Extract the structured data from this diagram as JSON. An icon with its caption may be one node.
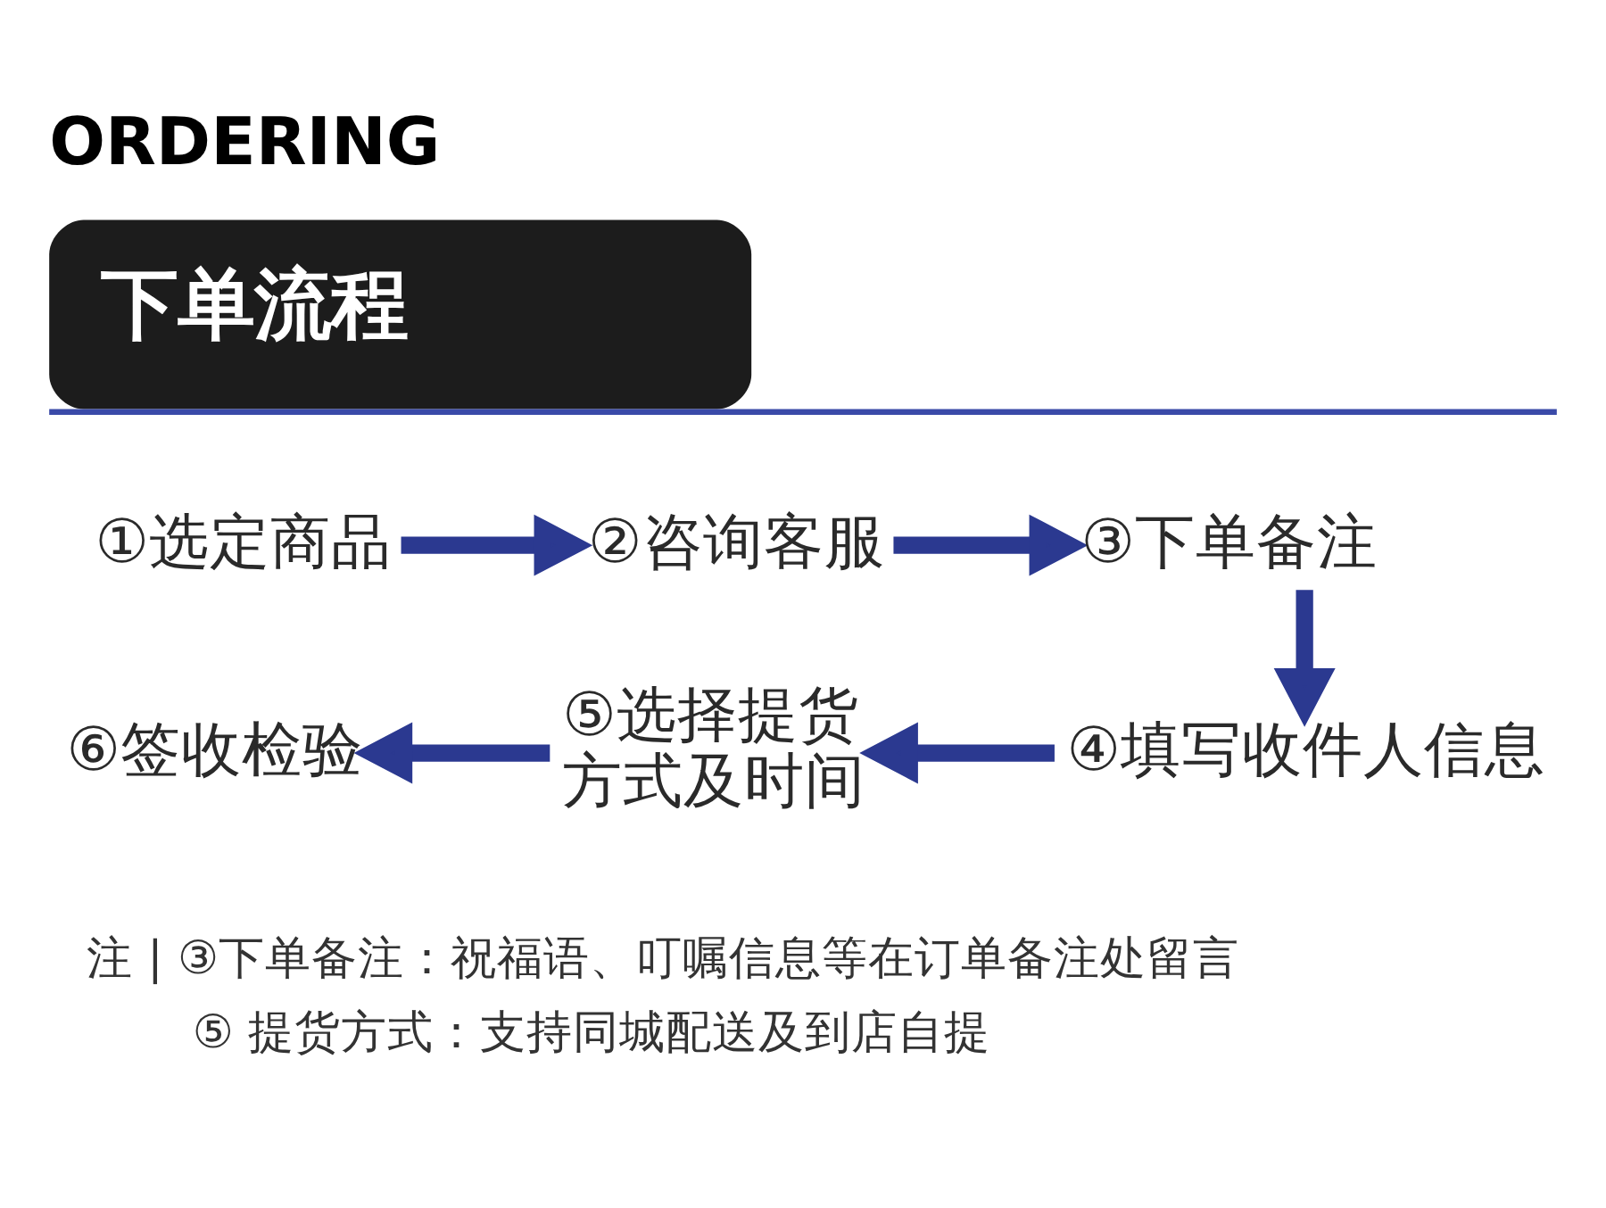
{
  "diagram": {
    "title": "ORDERING",
    "nodes": [
      {
        "text": [
          "下单流程"
        ]
      },
      {
        "text": [
          "①选定商品"
        ]
      },
      {
        "text": [
          "②咨询客服"
        ]
      },
      {
        "text": [
          "③下单备注"
        ]
      },
      {
        "text": [
          "④填写收件人信息"
        ]
      },
      {
        "text": [
          "⑤选择提货方式及时间"
        ]
      },
      {
        "text": [
          "⑥签收检验"
        ]
      }
    ],
    "edges": [
      {
        "from": 1,
        "to": 2,
        "arrow": "to"
      },
      {
        "from": 2,
        "to": 3,
        "arrow": "to"
      },
      {
        "from": 3,
        "to": 4,
        "arrow": "to"
      },
      {
        "from": 4,
        "to": 5,
        "arrow": "to"
      },
      {
        "from": 5,
        "to": 6,
        "arrow": "to"
      }
    ],
    "labels": [
      "注 | ③下单备注：祝福语、叮嘱信息等在订单备注处留言",
      "⑤ 提货方式：支持同城配送及到店自提"
    ]
  }
}
